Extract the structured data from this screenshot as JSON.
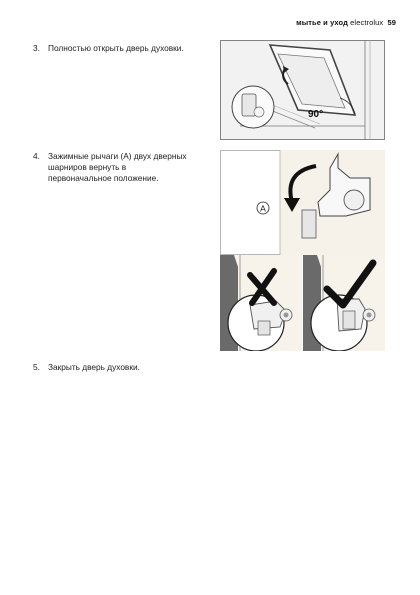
{
  "header": {
    "section_bold": "мытье и уход",
    "brand": "electrolux",
    "page_number": "59"
  },
  "steps": [
    {
      "number": "3.",
      "text": "Полностью открыть дверь духовки."
    },
    {
      "number": "4.",
      "lines": [
        "Зажимные рычаги (A) двух дверных",
        "шарниров вернуть в",
        "первоначальное положение."
      ]
    },
    {
      "number": "5.",
      "text": "Закрыть дверь духовки."
    }
  ],
  "figures": {
    "door_open": {
      "angle_label": "90°"
    },
    "hinge_lever": {
      "callout": "A"
    },
    "wrong_mark": {
      "icon": "cross-icon"
    },
    "correct_mark": {
      "icon": "checkmark-icon"
    }
  },
  "colors": {
    "panel_bg": "#f0f0f0",
    "line": "#555555",
    "dark_mark": "#111111"
  }
}
